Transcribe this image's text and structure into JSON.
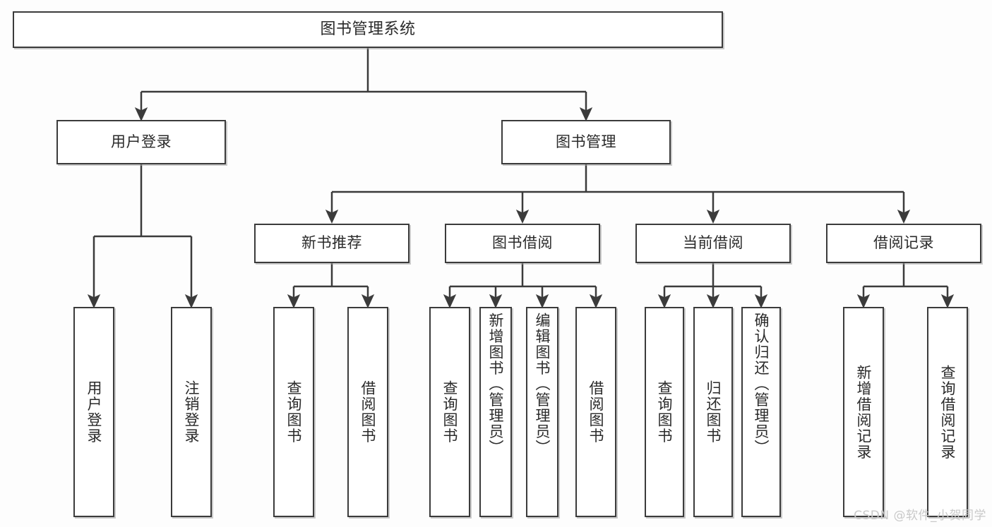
{
  "diagram": {
    "title": "图书管理系统",
    "type": "tree",
    "stroke_color": "#3b3b3b",
    "fill_color": "#ffffff",
    "background_color": "#fdfdfd",
    "text_color": "#2a2a2a"
  },
  "nodes": {
    "root": {
      "label": "图书管理系统"
    },
    "level2": [
      {
        "label": "用户登录"
      },
      {
        "label": "图书管理"
      }
    ],
    "level3": [
      {
        "label": "新书推荐"
      },
      {
        "label": "图书借阅"
      },
      {
        "label": "当前借阅"
      },
      {
        "label": "借阅记录"
      }
    ],
    "leaves_login": [
      {
        "label": "用户登录"
      },
      {
        "label": "注销登录"
      }
    ],
    "leaves_newbook": [
      {
        "label": "查询图书"
      },
      {
        "label": "借阅图书"
      }
    ],
    "leaves_borrow": [
      {
        "label": "查询图书"
      },
      {
        "label": "新增图书（管理员）"
      },
      {
        "label": "编辑图书（管理员）"
      },
      {
        "label": "借阅图书"
      }
    ],
    "leaves_current": [
      {
        "label": "查询图书"
      },
      {
        "label": "归还图书"
      },
      {
        "label": "确认归还（管理员）"
      }
    ],
    "leaves_record": [
      {
        "label": "新增借阅记录"
      },
      {
        "label": "查询借阅记录"
      }
    ]
  },
  "watermark": {
    "text": "CSDN @软件_小贺同学"
  }
}
